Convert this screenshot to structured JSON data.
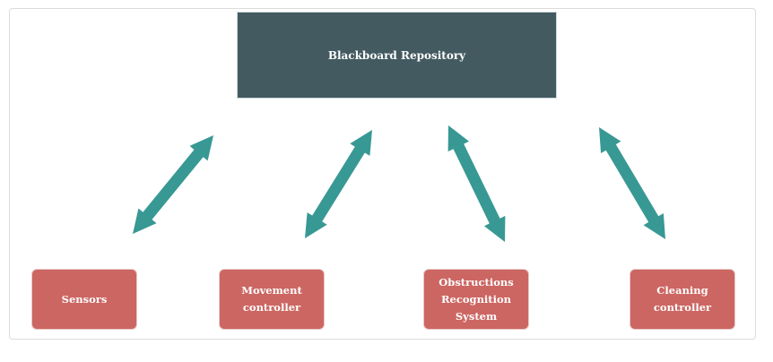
{
  "diagram": {
    "repository": {
      "label": "Blackboard Repository"
    },
    "components": [
      {
        "id": "sensors",
        "label": "Sensors"
      },
      {
        "id": "movement",
        "label": "Movement controller"
      },
      {
        "id": "obstructions",
        "label": "Obstructions Recognition System"
      },
      {
        "id": "cleaning",
        "label": "Cleaning controller"
      }
    ],
    "connections": [
      {
        "from": "repository",
        "to": "sensors",
        "direction": "both"
      },
      {
        "from": "repository",
        "to": "movement",
        "direction": "both"
      },
      {
        "from": "repository",
        "to": "obstructions",
        "direction": "both"
      },
      {
        "from": "repository",
        "to": "cleaning",
        "direction": "both"
      }
    ],
    "colors": {
      "repository": "#435a60",
      "component": "#cc6662",
      "arrow": "#389894",
      "text": "#ffffff"
    }
  }
}
